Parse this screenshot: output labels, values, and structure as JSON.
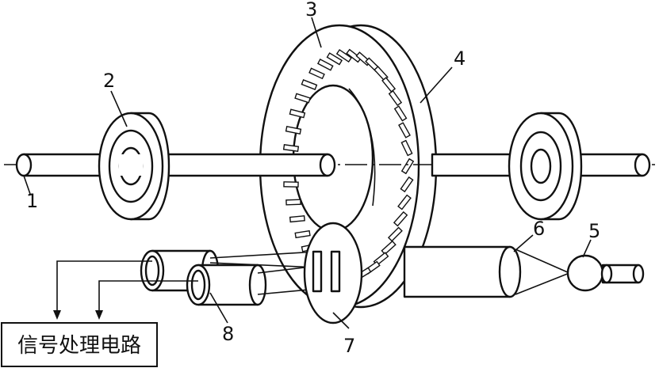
{
  "labels": {
    "shaft": "1",
    "bearing": "2",
    "slits": "3",
    "disc": "4",
    "light_source": "5",
    "lens": "6",
    "grating": "7",
    "photo_cells": "8"
  },
  "signal_box": {
    "text": "信号处理电路"
  }
}
